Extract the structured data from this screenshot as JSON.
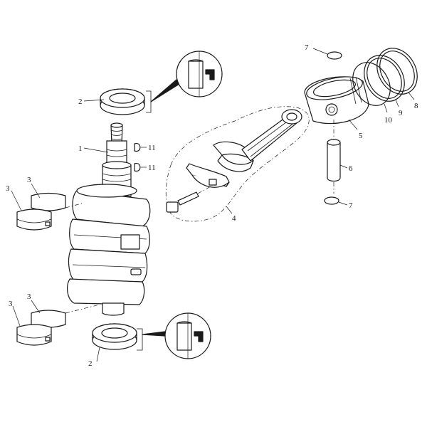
{
  "callouts": {
    "crankshaft": "1",
    "seal_top": "2",
    "seal_bottom": "2",
    "bearing_top_a": "3",
    "bearing_top_b": "3",
    "bearing_bottom_a": "3",
    "bearing_bottom_b": "3",
    "conrod_assembly": "4",
    "piston": "5",
    "piston_pin": "6",
    "clip_top": "7",
    "clip_bottom": "7",
    "ring_a": "8",
    "ring_b": "9",
    "ring_c": "10",
    "key_a": "11",
    "key_b": "11"
  }
}
